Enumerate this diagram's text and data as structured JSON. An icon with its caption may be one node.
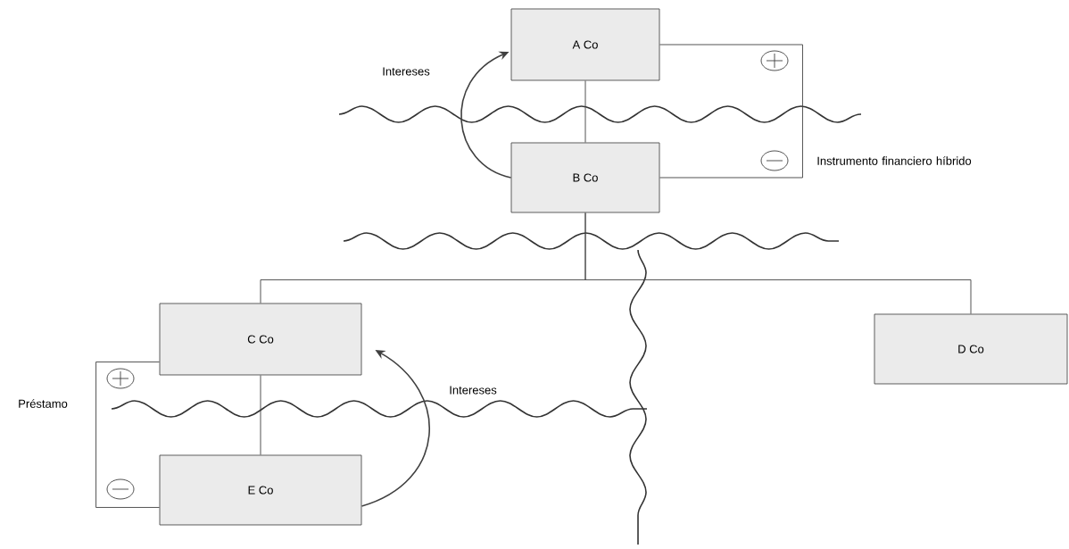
{
  "diagram": {
    "nodes": [
      {
        "text": [
          "A Co"
        ]
      },
      {
        "text": [
          "B Co"
        ]
      },
      {
        "text": [
          "C Co"
        ]
      },
      {
        "text": [
          "D Co"
        ]
      },
      {
        "text": [
          "E Co"
        ]
      }
    ],
    "edges": [
      {
        "from": 0,
        "to": 1,
        "arrow": "none"
      },
      {
        "from": 1,
        "to": 2,
        "arrow": "none"
      },
      {
        "from": 1,
        "to": 3,
        "arrow": "none"
      },
      {
        "from": 2,
        "to": 4,
        "arrow": "none"
      },
      {
        "from": 0,
        "to": 1,
        "arrow": "none",
        "label": "Instrumento financiero híbrido"
      },
      {
        "from": 1,
        "to": 0,
        "arrow": "to",
        "label": "Intereses"
      },
      {
        "from": 4,
        "to": 2,
        "arrow": "to",
        "label": "Intereses"
      },
      {
        "from": 2,
        "to": 4,
        "arrow": "none",
        "label": "Préstamo"
      }
    ]
  }
}
